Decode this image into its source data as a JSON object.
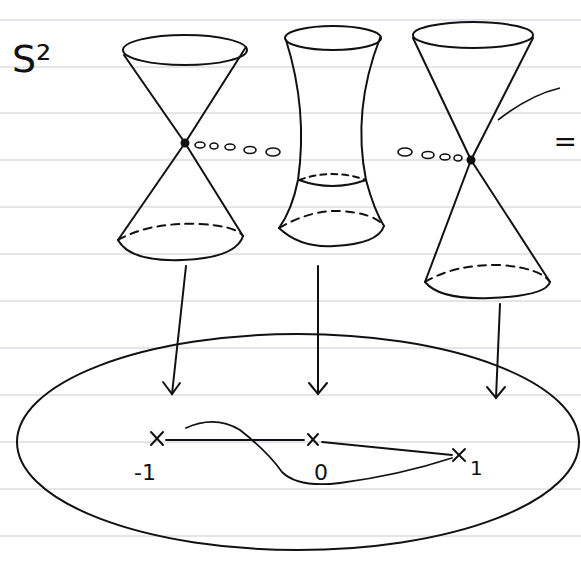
{
  "diagram": {
    "labels": [
      "S²",
      "-1",
      "0",
      "1",
      "="
    ]
  }
}
